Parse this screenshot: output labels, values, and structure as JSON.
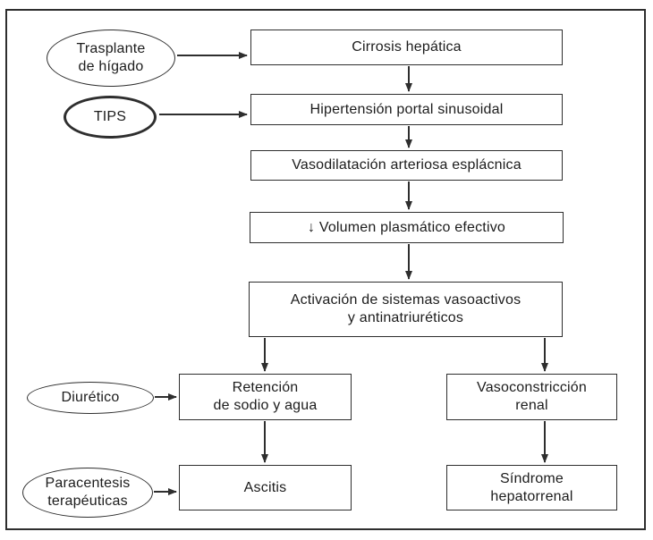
{
  "diagram": {
    "description": "Pathophysiology flowchart of ascites and hepatorenal syndrome in liver cirrhosis, with therapeutic interventions shown as ellipses",
    "nodes": {
      "trasplante": {
        "label": "Trasplante\nde hígado",
        "shape": "ellipse",
        "border": "thin"
      },
      "tips": {
        "label": "TIPS",
        "shape": "ellipse",
        "border": "thick"
      },
      "cirrosis": {
        "label": "Cirrosis hepática",
        "shape": "rect"
      },
      "hipertension": {
        "label": "Hipertensión portal sinusoidal",
        "shape": "rect"
      },
      "vasodilatacion": {
        "label": "Vasodilatación arteriosa esplácnica",
        "shape": "rect"
      },
      "volumen": {
        "label": "↓ Volumen plasmático efectivo",
        "shape": "rect"
      },
      "activacion": {
        "label": "Activación de sistemas vasoactivos\ny antinatriuréticos",
        "shape": "rect"
      },
      "diuretico": {
        "label": "Diurético",
        "shape": "ellipse",
        "border": "thin"
      },
      "retencion": {
        "label": "Retención\nde sodio y agua",
        "shape": "rect"
      },
      "vasoconstriccion": {
        "label": "Vasoconstricción\nrenal",
        "shape": "rect"
      },
      "paracentesis": {
        "label": "Paracentesis\nterapéuticas",
        "shape": "ellipse",
        "border": "thin"
      },
      "ascitis": {
        "label": "Ascitis",
        "shape": "rect"
      },
      "sindrome": {
        "label": "Síndrome\nhepatorrenal",
        "shape": "rect"
      }
    },
    "edges": [
      {
        "from": "trasplante",
        "to": "cirrosis"
      },
      {
        "from": "tips",
        "to": "hipertension"
      },
      {
        "from": "cirrosis",
        "to": "hipertension"
      },
      {
        "from": "hipertension",
        "to": "vasodilatacion"
      },
      {
        "from": "vasodilatacion",
        "to": "volumen"
      },
      {
        "from": "volumen",
        "to": "activacion"
      },
      {
        "from": "activacion",
        "to": "retencion"
      },
      {
        "from": "activacion",
        "to": "vasoconstriccion"
      },
      {
        "from": "diuretico",
        "to": "retencion"
      },
      {
        "from": "retencion",
        "to": "ascitis"
      },
      {
        "from": "paracentesis",
        "to": "ascitis"
      },
      {
        "from": "vasoconstriccion",
        "to": "sindrome"
      }
    ],
    "colors": {
      "line": "#2e2e2e",
      "text": "#1c1c1c",
      "background": "#ffffff"
    }
  }
}
